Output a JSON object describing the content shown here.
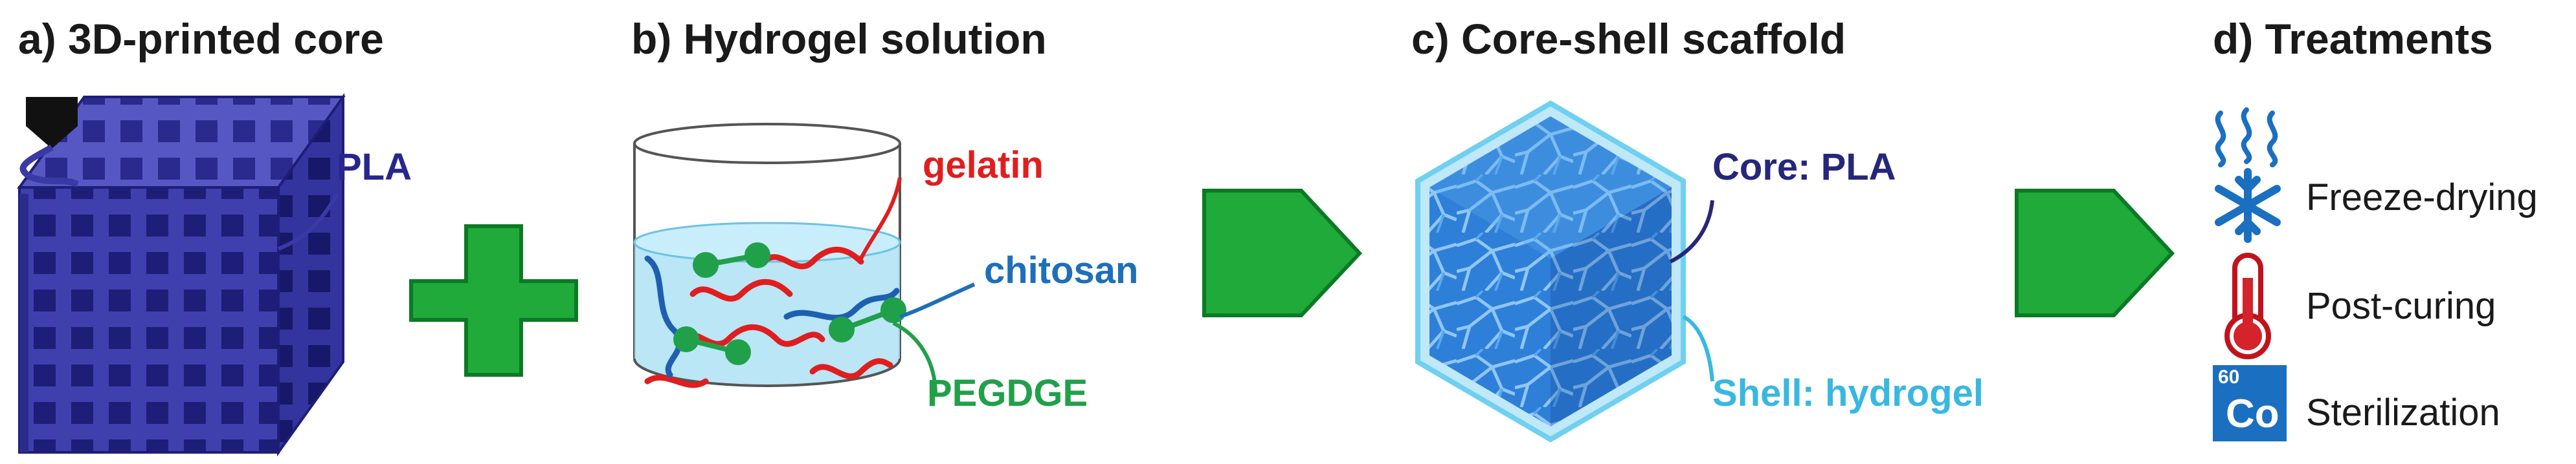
{
  "panels": {
    "a": {
      "title": "a) 3D-printed core",
      "label_pla": "PLA"
    },
    "b": {
      "title": "b) Hydrogel solution",
      "label_gelatin": "gelatin",
      "label_chitosan": "chitosan",
      "label_pegdge": "PEGDGE"
    },
    "c": {
      "title": "c) Core-shell scaffold",
      "label_core": "Core: PLA",
      "label_shell": "Shell: hydrogel"
    },
    "d": {
      "title": "d) Treatments",
      "items": [
        {
          "label": "Freeze-drying",
          "icon": "snowflake-icon"
        },
        {
          "label": "Post-curing",
          "icon": "thermometer-icon"
        },
        {
          "label": "Sterilization",
          "icon": "cobalt-60-icon",
          "element_number": "60",
          "element_symbol": "Co"
        }
      ]
    }
  },
  "colors": {
    "pla_blue": "#3a3aa6",
    "gelatin_red": "#e01e1e",
    "chitosan_blue": "#1e6fb8",
    "pegdge_green": "#21a04a",
    "hydrogel_cyan": "#38b8e0",
    "arrow_green": "#1faa3a"
  }
}
